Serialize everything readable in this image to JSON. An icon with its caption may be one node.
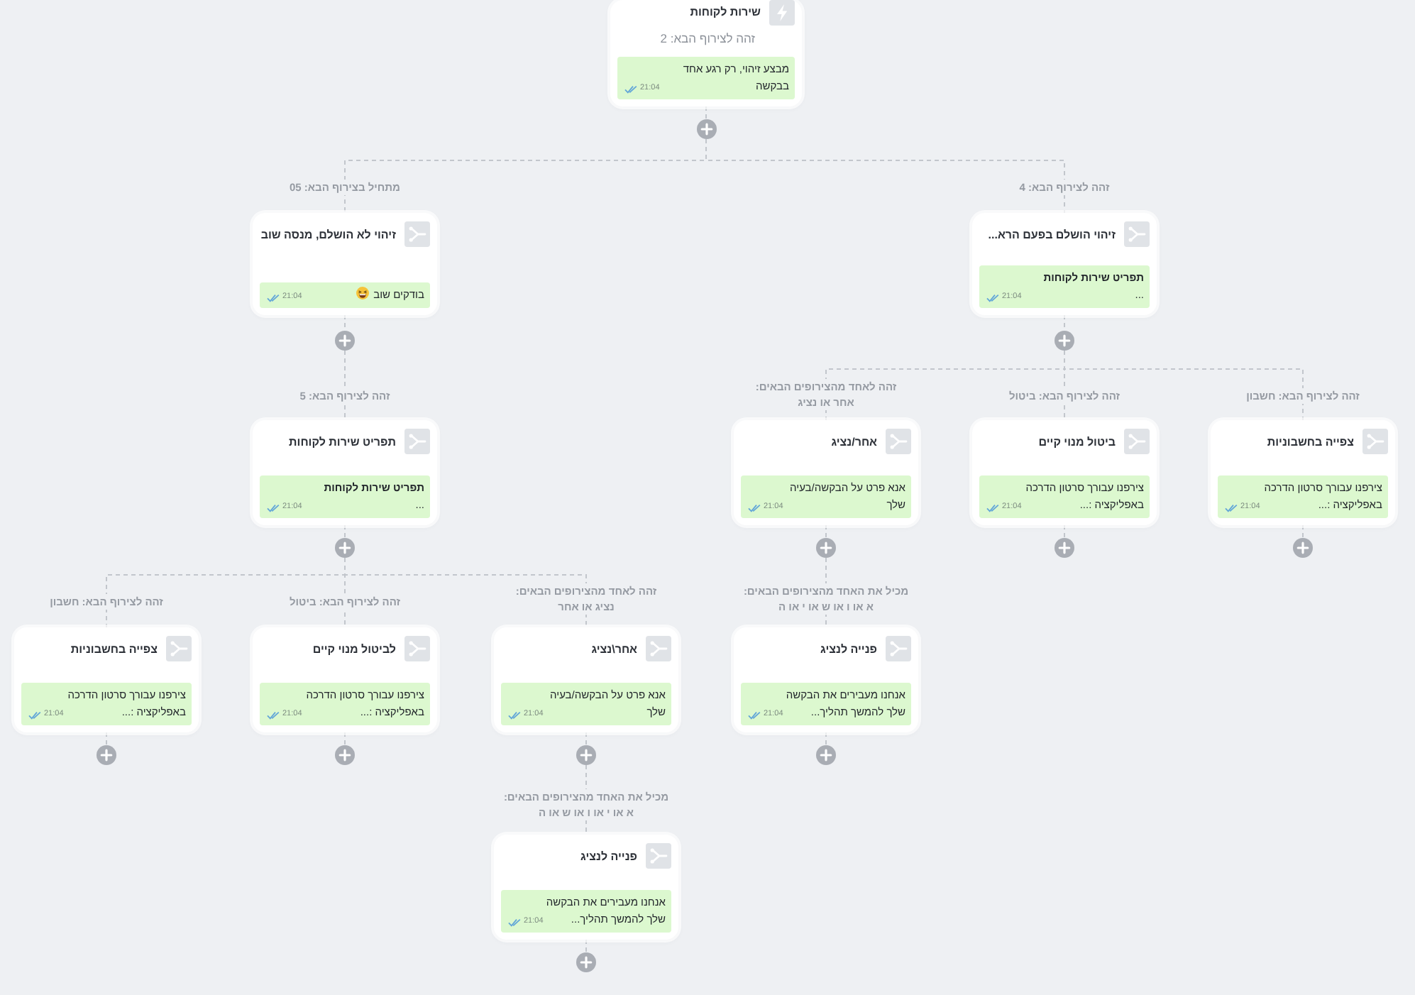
{
  "diagram": {
    "nodes": [
      {
        "text": [
          "שירות לקוחות",
          "זהה לצירוף הבא: 2"
        ]
      },
      {
        "text": [
          "מבצע זיהוי, רק רגע אחד בבקשה",
          "21:04"
        ],
        "in": 0
      },
      {
        "text": [],
        "shape": "circle"
      },
      {
        "text": [
          "זיהוי הושלם בפעם הרא..."
        ]
      },
      {
        "text": [
          "תפריט שירות לקוחות",
          "...",
          "21:04"
        ],
        "in": 3
      },
      {
        "text": [],
        "shape": "circle"
      },
      {
        "text": [
          "זיהוי לא הושלם, מנסה שוב"
        ]
      },
      {
        "text": [
          "בודקים שוב",
          "21:04"
        ],
        "in": 6
      },
      {
        "text": [],
        "shape": "circle"
      },
      {
        "text": [
          "צפייה בחשבוניות"
        ]
      },
      {
        "text": [
          "צירפנו עבורך סרטון הדרכה באפליקציה :...",
          "21:04"
        ],
        "in": 9
      },
      {
        "text": [],
        "shape": "circle"
      },
      {
        "text": [
          "ביטול מנוי קיים"
        ]
      },
      {
        "text": [
          "צירפנו עבורך סרטון הדרכה באפליקציה :...",
          "21:04"
        ],
        "in": 12
      },
      {
        "text": [],
        "shape": "circle"
      },
      {
        "text": [
          "אחר/נציג"
        ]
      },
      {
        "text": [
          "אנא פרט על הבקשה/בעיה שלך",
          "21:04"
        ],
        "in": 15
      },
      {
        "text": [],
        "shape": "circle"
      },
      {
        "text": [
          "תפריט שירות לקוחות"
        ]
      },
      {
        "text": [
          "תפריט שירות לקוחות",
          "...",
          "21:04"
        ],
        "in": 18
      },
      {
        "text": [],
        "shape": "circle"
      },
      {
        "text": [
          "פנייה לנציג"
        ]
      },
      {
        "text": [
          "אנחנו מעבירים את הבקשה שלך להמשך תהליך...",
          "21:04"
        ],
        "in": 21
      },
      {
        "text": [],
        "shape": "circle"
      },
      {
        "text": [
          "אחר\\נציג"
        ]
      },
      {
        "text": [
          "אנא פרט על הבקשה/בעיה שלך",
          "21:04"
        ],
        "in": 24
      },
      {
        "text": [],
        "shape": "circle"
      },
      {
        "text": [
          "לביטול מנוי קיים"
        ]
      },
      {
        "text": [
          "צירפנו עבורך סרטון הדרכה באפליקציה :...",
          "21:04"
        ],
        "in": 27
      },
      {
        "text": [],
        "shape": "circle"
      },
      {
        "text": [
          "צפייה בחשבוניות"
        ]
      },
      {
        "text": [
          "צירפנו עבורך סרטון הדרכה באפליקציה :...",
          "21:04"
        ],
        "in": 30
      },
      {
        "text": [],
        "shape": "circle"
      },
      {
        "text": [
          "פנייה לנציג"
        ]
      },
      {
        "text": [
          "אנחנו מעבירים את הבקשה שלך להמשך תהליך...",
          "21:04"
        ],
        "in": 33
      },
      {
        "text": [],
        "shape": "circle"
      }
    ],
    "edges": [
      {
        "from": 0,
        "to": 2,
        "arrow": "none",
        "style": "dashed"
      },
      {
        "from": 2,
        "to": 3,
        "arrow": "none",
        "style": "dashed",
        "label": "זהה לצירוף הבא: 4"
      },
      {
        "from": 2,
        "to": 6,
        "arrow": "none",
        "style": "dashed",
        "label": "מתחיל בצירוף הבא: 05"
      },
      {
        "from": 3,
        "to": 5,
        "arrow": "none",
        "style": "dashed"
      },
      {
        "from": 6,
        "to": 8,
        "arrow": "none",
        "style": "dashed"
      },
      {
        "from": 5,
        "to": 9,
        "arrow": "none",
        "style": "dashed",
        "label": "זהה לצירוף הבא: חשבון"
      },
      {
        "from": 5,
        "to": 12,
        "arrow": "none",
        "style": "dashed",
        "label": "זהה לצירוף הבא: ביטול"
      },
      {
        "from": 5,
        "to": 15,
        "arrow": "none",
        "style": "dashed",
        "label": "זהה לאחד מהצירופים הבאים: אחר או נציג"
      },
      {
        "from": 8,
        "to": 18,
        "arrow": "none",
        "style": "dashed",
        "label": "זהה לצירוף הבא: 5"
      },
      {
        "from": 9,
        "to": 11,
        "arrow": "none",
        "style": "dashed"
      },
      {
        "from": 12,
        "to": 14,
        "arrow": "none",
        "style": "dashed"
      },
      {
        "from": 15,
        "to": 17,
        "arrow": "none",
        "style": "dashed"
      },
      {
        "from": 18,
        "to": 20,
        "arrow": "none",
        "style": "dashed"
      },
      {
        "from": 17,
        "to": 21,
        "arrow": "none",
        "style": "dashed",
        "label": "מכיל את האחד מהצירופים הבאים: א או ו או ש או י או ה"
      },
      {
        "from": 20,
        "to": 24,
        "arrow": "none",
        "style": "dashed",
        "label": "זהה לאחד מהצירופים הבאים: נציג או אחר"
      },
      {
        "from": 20,
        "to": 27,
        "arrow": "none",
        "style": "dashed",
        "label": "זהה לצירוף הבא: ביטול"
      },
      {
        "from": 20,
        "to": 30,
        "arrow": "none",
        "style": "dashed",
        "label": "זהה לצירוף הבא: חשבון"
      },
      {
        "from": 21,
        "to": 23,
        "arrow": "none",
        "style": "dashed"
      },
      {
        "from": 24,
        "to": 26,
        "arrow": "none",
        "style": "dashed"
      },
      {
        "from": 27,
        "to": 29,
        "arrow": "none",
        "style": "dashed"
      },
      {
        "from": 30,
        "to": 32,
        "arrow": "none",
        "style": "dashed"
      },
      {
        "from": 26,
        "to": 33,
        "arrow": "none",
        "style": "dashed",
        "label": "מכיל את האחד מהצירופים הבאים: א או י או ו או ש או ה"
      },
      {
        "from": 33,
        "to": 35,
        "arrow": "none",
        "style": "dashed"
      }
    ]
  }
}
